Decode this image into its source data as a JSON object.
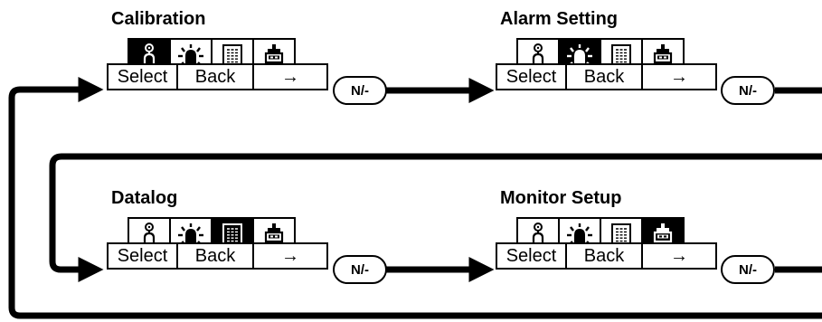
{
  "screens": [
    {
      "title": "Calibration",
      "active_icon": 0
    },
    {
      "title": "Alarm Setting",
      "active_icon": 1
    },
    {
      "title": "Datalog",
      "active_icon": 2
    },
    {
      "title": "Monitor Setup",
      "active_icon": 3
    }
  ],
  "softkeys": {
    "select": "Select",
    "back": "Back",
    "arrow": "→"
  },
  "nav_button_label": "N/-",
  "icons": [
    "gas-cylinder-icon",
    "alarm-icon",
    "datalog-icon",
    "monitor-icon"
  ]
}
